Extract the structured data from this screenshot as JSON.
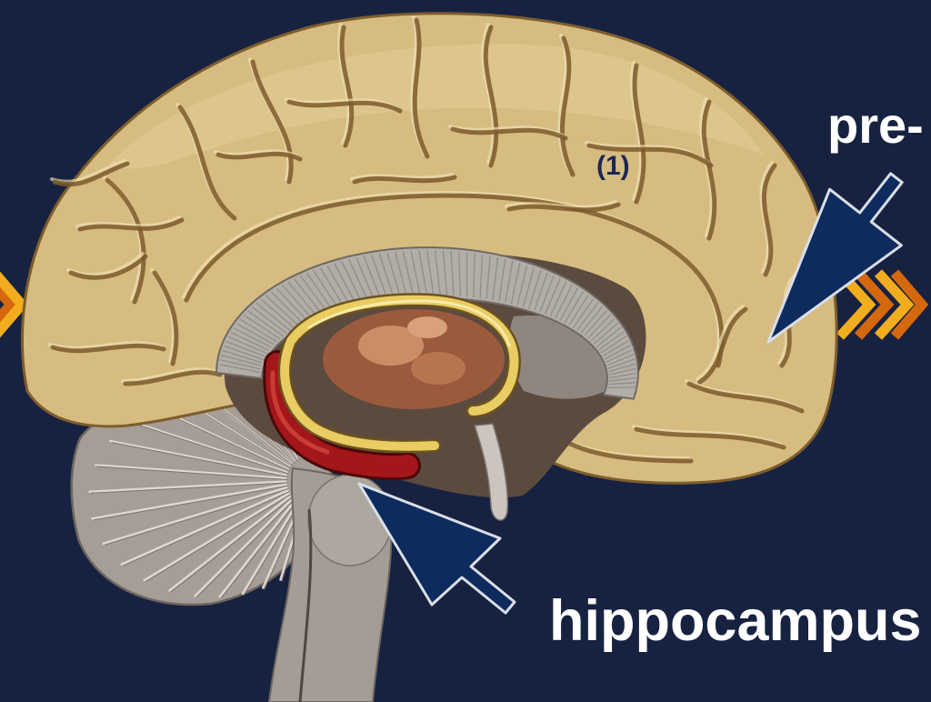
{
  "labels": {
    "prefrontal": "pre-",
    "hippocampus": "hippocampus",
    "region_marker": "(1)"
  },
  "icons": {
    "prefrontal_pointer": "arrow-icon",
    "hippocampus_pointer": "arrow-icon",
    "left_decoration": "chevron-right-icon",
    "right_decoration": "chevron-right-icon"
  },
  "colors": {
    "background": "#172241",
    "label_text": "#ffffff",
    "marker_text": "#1c2754",
    "arrow_fill": "#0e2b5e",
    "arrow_outline": "#d9dee8",
    "chevron_primary": "#f2ad1e",
    "chevron_secondary": "#d5680d",
    "hippocampus_highlight": "#a3161a"
  }
}
